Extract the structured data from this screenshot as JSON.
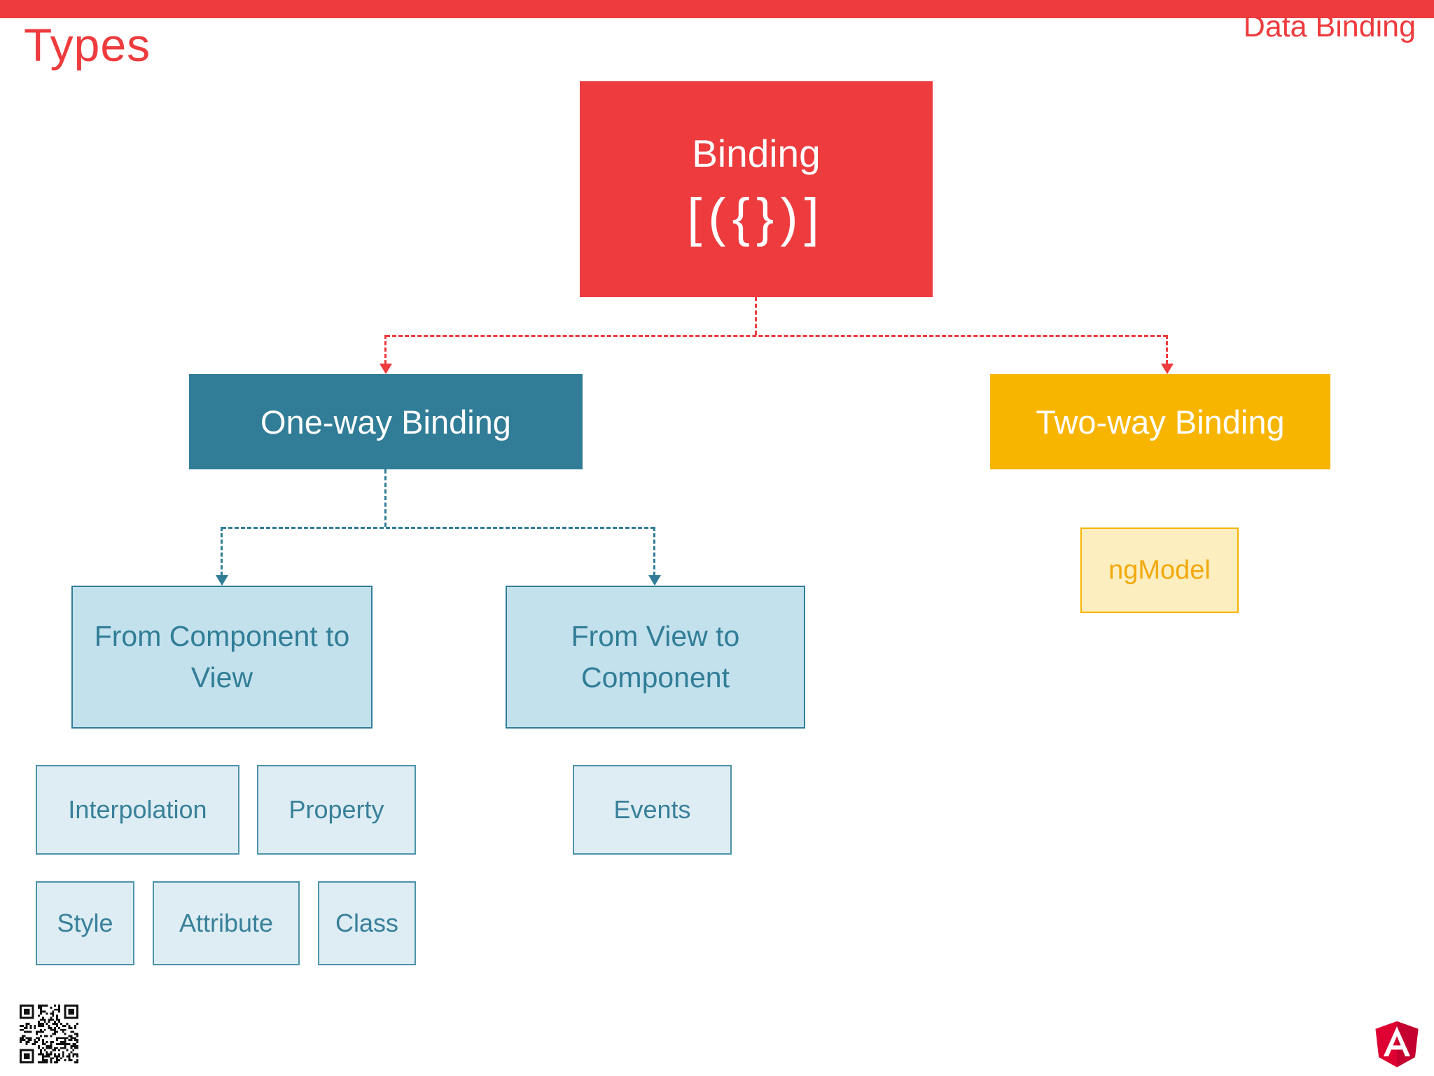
{
  "slide": {
    "title": "Types",
    "topic": "Data Binding"
  },
  "colors": {
    "accent_red": "#ed3b3e",
    "teal": "#317d97",
    "yellow": "#f8b500",
    "big_leaf_fill": "#c3e1ec",
    "small_leaf_fill": "#ddedf3",
    "small_leaf_border": "#4e93a9",
    "ngmodel_fill": "#fdeec0",
    "ngmodel_text": "#f2a90c",
    "logo_red_light": "#dd0031",
    "logo_red_dark": "#c3002f"
  },
  "diagram": {
    "binding": {
      "label": "Binding",
      "symbol": "[({})]"
    },
    "one_way": {
      "label": "One-way Binding"
    },
    "two_way": {
      "label": "Two-way Binding"
    },
    "ng_model": {
      "label": "ngModel"
    },
    "from_component_to_view": {
      "label": "From Component to View"
    },
    "from_view_to_component": {
      "label": "From View to Component"
    },
    "interpolation": {
      "label": "Interpolation"
    },
    "property": {
      "label": "Property"
    },
    "events": {
      "label": "Events"
    },
    "style": {
      "label": "Style"
    },
    "attribute": {
      "label": "Attribute"
    },
    "class": {
      "label": "Class"
    }
  },
  "icons": {
    "qr": "qr-code",
    "logo": "angular-shield-icon"
  }
}
